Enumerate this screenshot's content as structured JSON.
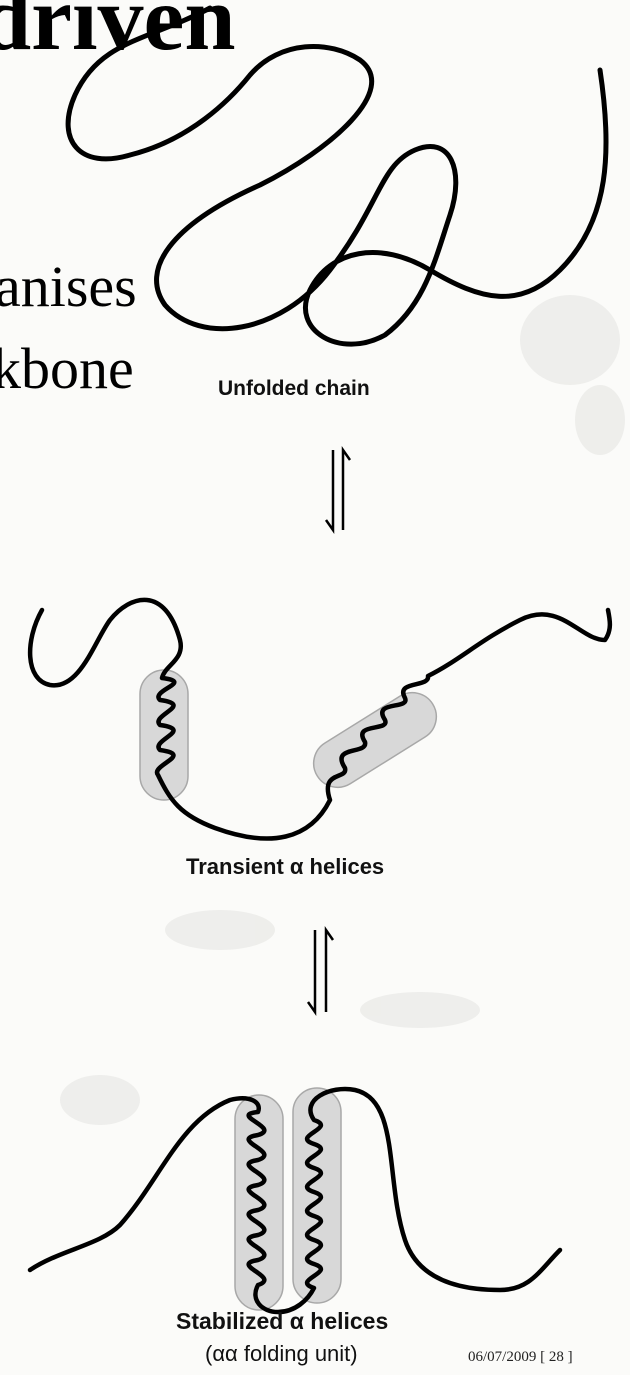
{
  "slide": {
    "title_fragment": "driven",
    "text_line_1": "anises",
    "text_line_2": "kbone",
    "footer": "06/07/2009 [ 28 ]"
  },
  "figure": {
    "stage_1": "Unfolded chain",
    "stage_2": "Transient α helices",
    "stage_3_line_1": "Stabilized α helices",
    "stage_3_line_2": "(αα folding unit)"
  },
  "colors": {
    "ink": "#000000",
    "helix_shade": "#cfcfcf",
    "paper": "#fbfbf9"
  }
}
